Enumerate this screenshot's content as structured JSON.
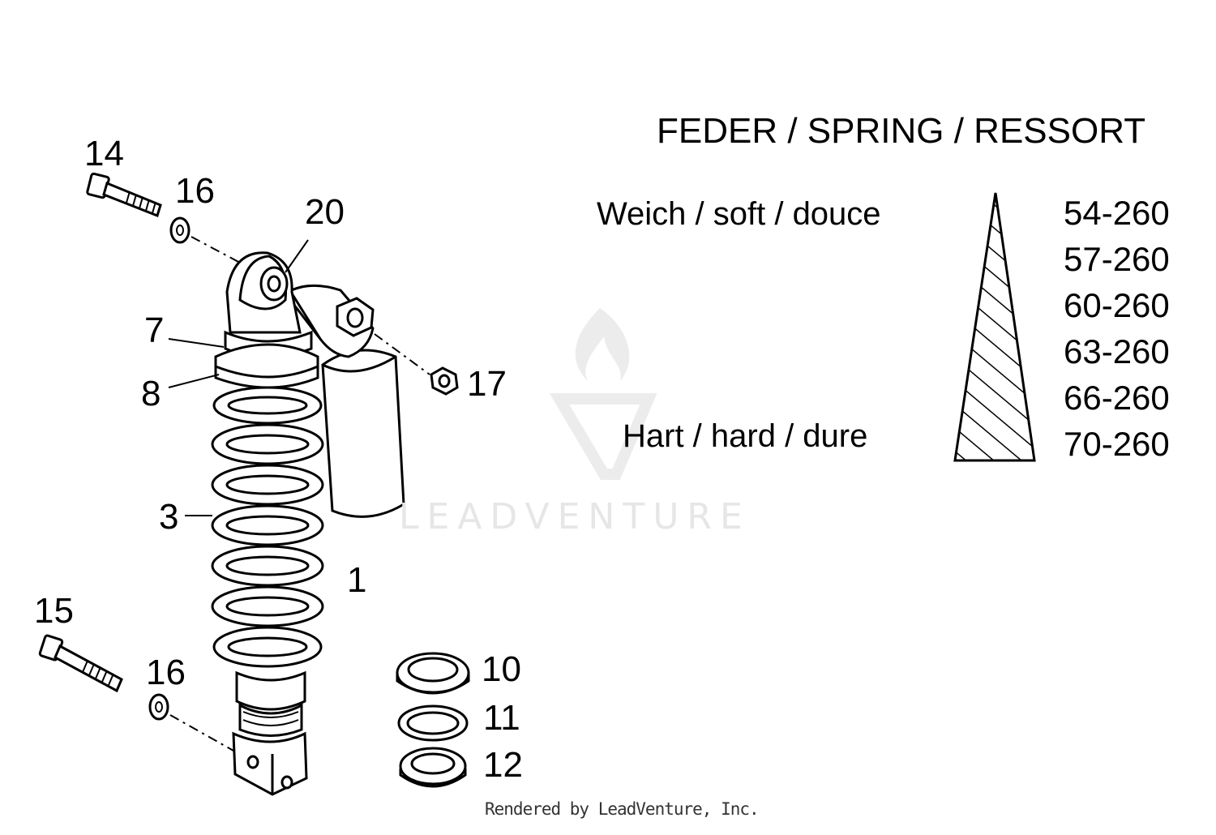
{
  "diagram": {
    "callouts": {
      "c14": "14",
      "c16_top": "16",
      "c20": "20",
      "c7": "7",
      "c8": "8",
      "c17": "17",
      "c3": "3",
      "c1": "1",
      "c15": "15",
      "c16_bottom": "16",
      "c10": "10",
      "c11": "11",
      "c12": "12"
    },
    "spring_table": {
      "title": "FEDER / SPRING / RESSORT",
      "soft_label": "Weich / soft / douce",
      "hard_label": "Hart / hard / dure",
      "rates": [
        "54-260",
        "57-260",
        "60-260",
        "63-260",
        "66-260",
        "70-260"
      ]
    },
    "watermark": "LEADVENTURE",
    "footer": "Rendered by LeadVenture, Inc."
  }
}
